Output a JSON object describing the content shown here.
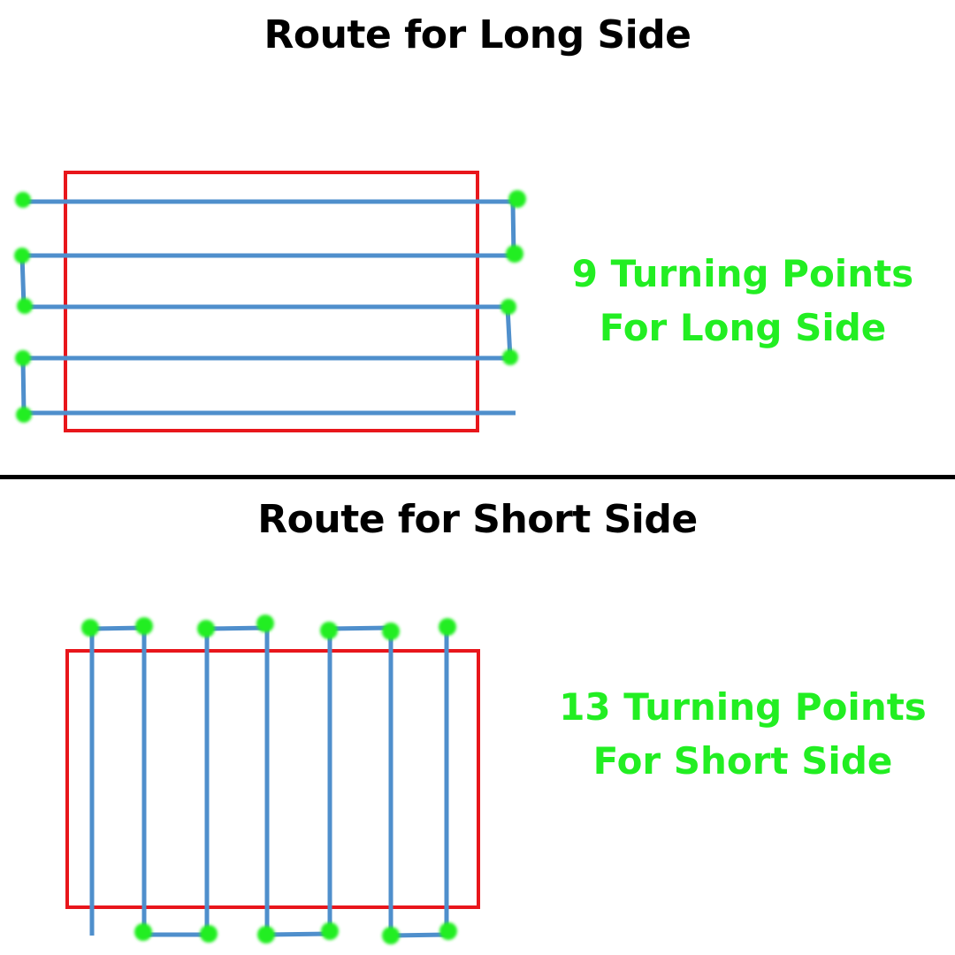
{
  "top_section": {
    "title": "Route for Long Side",
    "label_line1": "9 Turning Points",
    "label_line2": "For Long Side"
  },
  "bottom_section": {
    "title": "Route for Short Side",
    "label_line1": "13 Turning Points",
    "label_line2": "For Short Side"
  },
  "colors": {
    "field_outline": "#e8161b",
    "route_line": "#4f8fcc",
    "turning_point": "#22ee22",
    "text": "#000000",
    "label": "#22ee22"
  }
}
